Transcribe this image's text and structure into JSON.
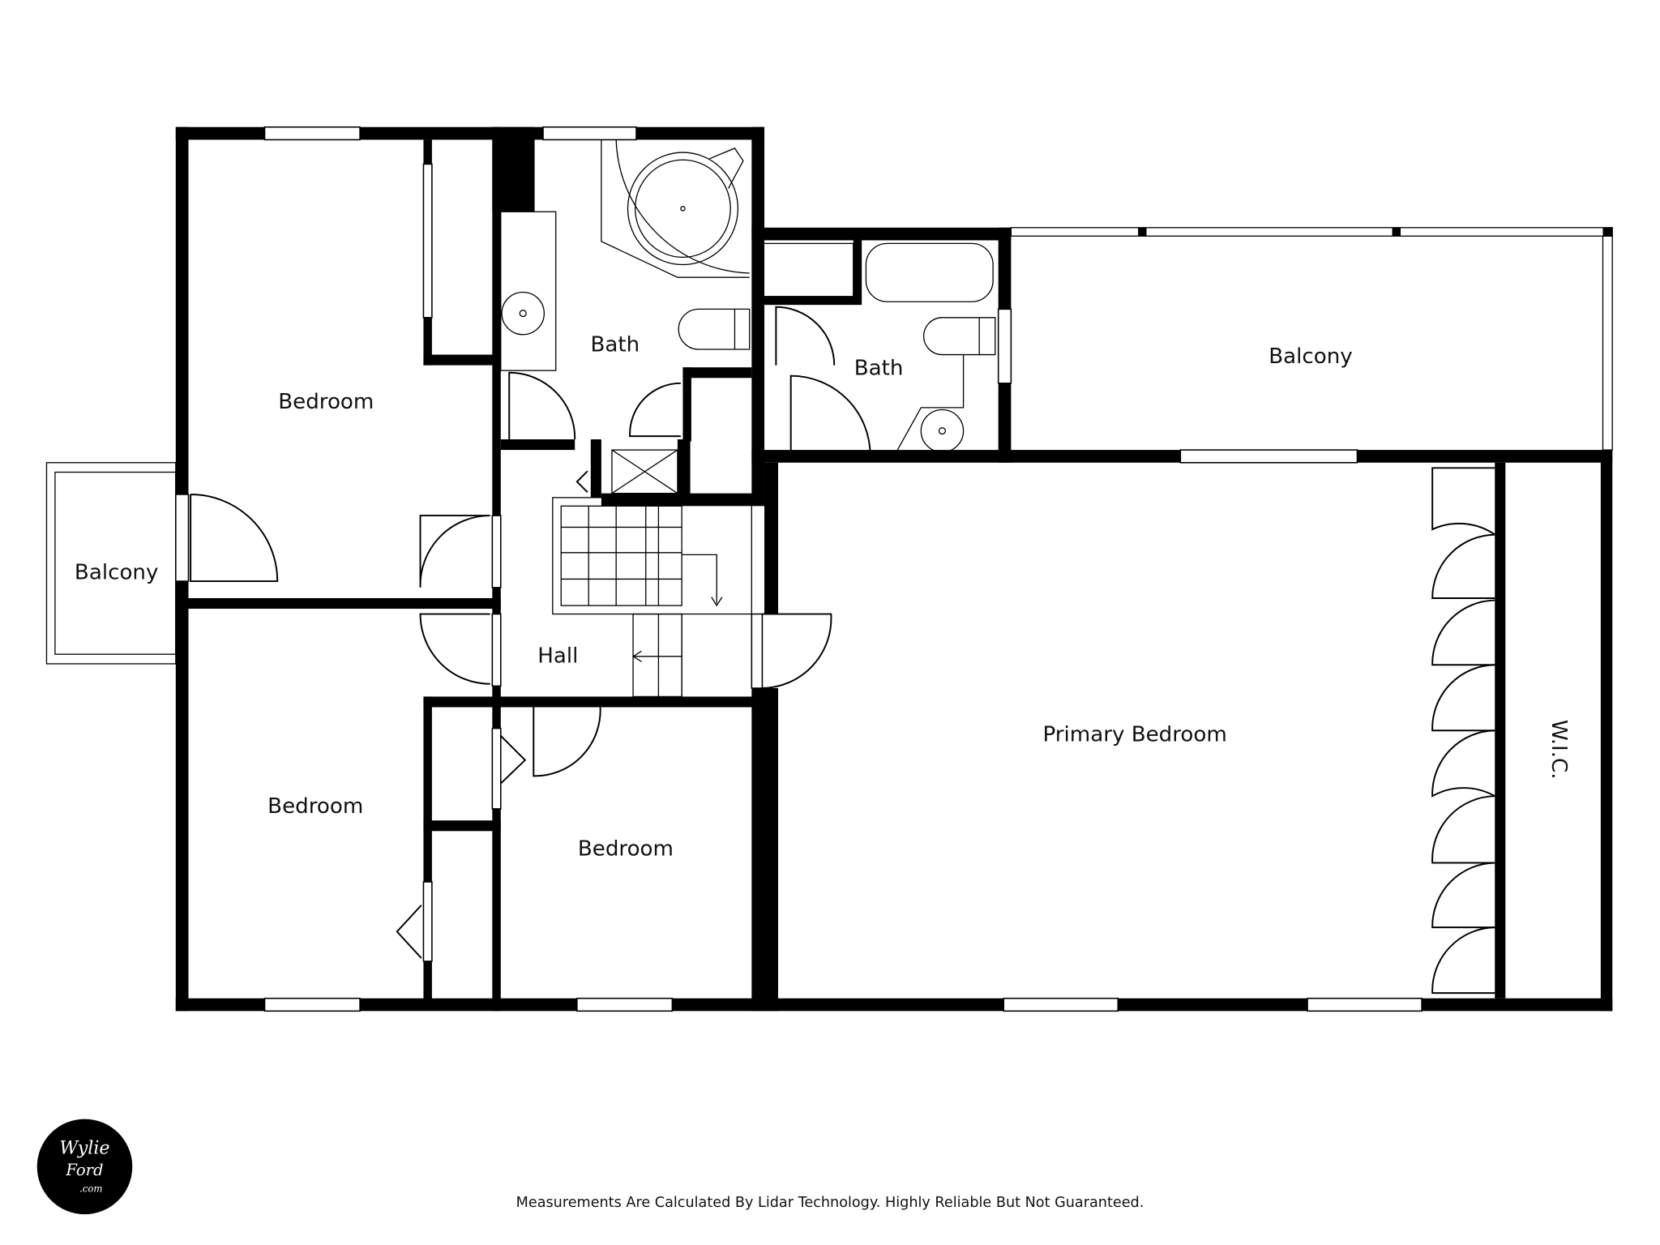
{
  "plan": {
    "rooms": {
      "bedroom_top_left": "Bedroom",
      "bath_main": "Bath",
      "bath_second": "Bath",
      "balcony_top": "Balcony",
      "balcony_left": "Balcony",
      "hall": "Hall",
      "bedroom_bottom_left": "Bedroom",
      "bedroom_bottom_mid": "Bedroom",
      "primary_bedroom": "Primary Bedroom",
      "wic": "W.I.C."
    }
  },
  "footer": {
    "disclaimer": "Measurements Are Calculated By Lidar Technology. Highly Reliable But Not Guaranteed.",
    "logo_text": "Wylie Ford .com"
  }
}
